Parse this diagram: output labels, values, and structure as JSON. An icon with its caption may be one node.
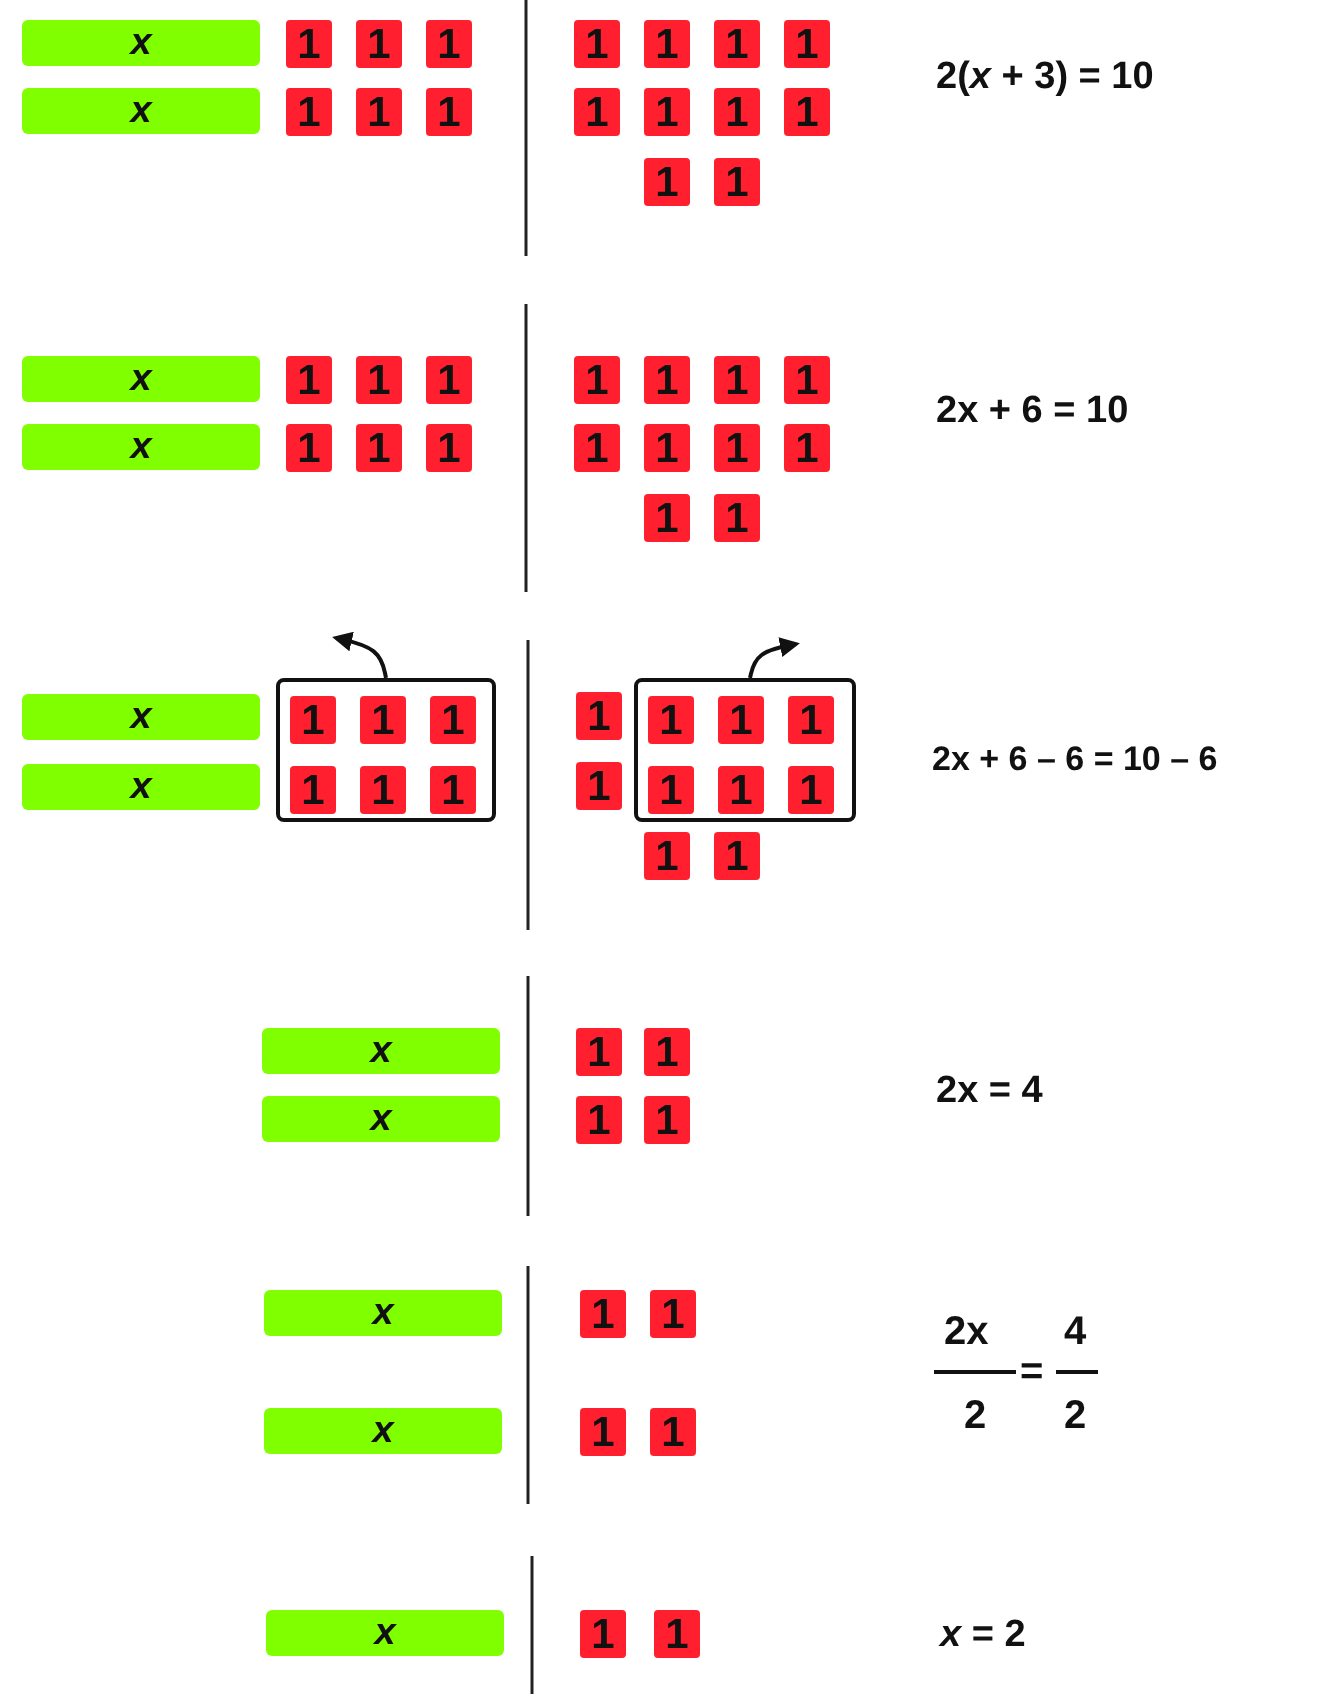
{
  "diagram": {
    "nodes": [
      {
        "text": [
          "x"
        ]
      },
      {
        "text": [
          "x"
        ]
      },
      {
        "text": [
          "1"
        ]
      },
      {
        "text": [
          "1"
        ]
      },
      {
        "text": [
          "1"
        ]
      },
      {
        "text": [
          "1"
        ]
      },
      {
        "text": [
          "1"
        ]
      },
      {
        "text": [
          "1"
        ]
      },
      {
        "text": [
          "1"
        ]
      },
      {
        "text": [
          "1"
        ]
      },
      {
        "text": [
          "1"
        ]
      },
      {
        "text": [
          "1"
        ]
      },
      {
        "text": [
          "1"
        ]
      },
      {
        "text": [
          "1"
        ]
      },
      {
        "text": [
          "1"
        ]
      },
      {
        "text": [
          "1"
        ]
      },
      {
        "text": [
          "1"
        ]
      },
      {
        "text": [
          "1"
        ]
      },
      {
        "text": [
          "x"
        ]
      },
      {
        "text": [
          "x"
        ]
      },
      {
        "text": [
          "1"
        ]
      },
      {
        "text": [
          "1"
        ]
      },
      {
        "text": [
          "1"
        ]
      },
      {
        "text": [
          "1"
        ]
      },
      {
        "text": [
          "1"
        ]
      },
      {
        "text": [
          "1"
        ]
      },
      {
        "text": [
          "1"
        ]
      },
      {
        "text": [
          "1"
        ]
      },
      {
        "text": [
          "1"
        ]
      },
      {
        "text": [
          "1"
        ]
      },
      {
        "text": [
          "1"
        ]
      },
      {
        "text": [
          "1"
        ]
      },
      {
        "text": [
          "1"
        ]
      },
      {
        "text": [
          "1"
        ]
      },
      {
        "text": [
          "1"
        ]
      },
      {
        "text": [
          "1"
        ]
      },
      {
        "text": [
          "x"
        ]
      },
      {
        "text": [
          "x"
        ]
      },
      {
        "text": [],
        "shape": "box"
      },
      {
        "text": [
          "1"
        ],
        "in": 38
      },
      {
        "text": [
          "1"
        ],
        "in": 38
      },
      {
        "text": [
          "1"
        ],
        "in": 38
      },
      {
        "text": [
          "1"
        ],
        "in": 38
      },
      {
        "text": [
          "1"
        ],
        "in": 38
      },
      {
        "text": [
          "1"
        ],
        "in": 38
      },
      {
        "text": [
          "1"
        ]
      },
      {
        "text": [
          "1"
        ]
      },
      {
        "text": [],
        "shape": "box"
      },
      {
        "text": [
          "1"
        ],
        "in": 47
      },
      {
        "text": [
          "1"
        ],
        "in": 47
      },
      {
        "text": [
          "1"
        ],
        "in": 47
      },
      {
        "text": [
          "1"
        ],
        "in": 47
      },
      {
        "text": [
          "1"
        ],
        "in": 47
      },
      {
        "text": [
          "1"
        ],
        "in": 47
      },
      {
        "text": [
          "1"
        ]
      },
      {
        "text": [
          "1"
        ]
      },
      {
        "text": [
          "x"
        ]
      },
      {
        "text": [
          "x"
        ]
      },
      {
        "text": [
          "1"
        ]
      },
      {
        "text": [
          "1"
        ]
      },
      {
        "text": [
          "1"
        ]
      },
      {
        "text": [
          "1"
        ]
      },
      {
        "text": [
          "x"
        ]
      },
      {
        "text": [
          "x"
        ]
      },
      {
        "text": [
          "1"
        ]
      },
      {
        "text": [
          "1"
        ]
      },
      {
        "text": [
          "1"
        ]
      },
      {
        "text": [
          "1"
        ]
      },
      {
        "text": [
          "x"
        ]
      },
      {
        "text": [
          "1"
        ]
      },
      {
        "text": [
          "1"
        ]
      }
    ],
    "edges": [
      {
        "from": 38,
        "to": null,
        "arrow": "to"
      },
      {
        "from": 47,
        "to": null,
        "arrow": "to"
      }
    ],
    "labels": [
      "2(*x* + 3) = 10",
      "2x + 6 = 10",
      "2x + 6 – 6 = 10 – 6",
      "2x = 4",
      "2x",
      "=",
      "4",
      "2",
      "2",
      "*x* = 2"
    ]
  }
}
